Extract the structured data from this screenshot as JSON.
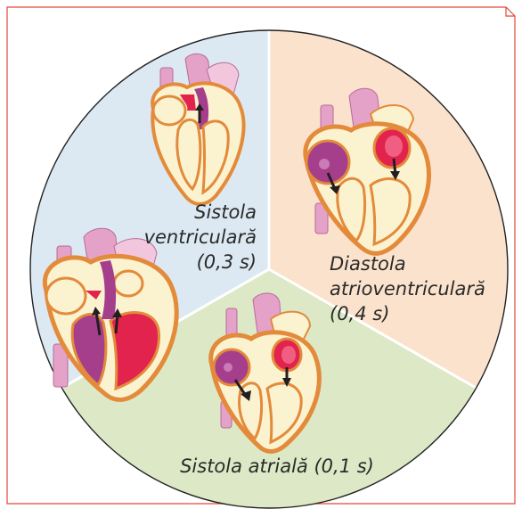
{
  "colors": {
    "frame_border": "#e2463c",
    "sector_ventricular": "#dce9f2",
    "sector_diastole": "#fbe2cc",
    "sector_atrial": "#dde9c6",
    "divider": "#ffffff",
    "heart_wall": "#fbf3cf",
    "heart_outline": "#e38a3b",
    "chamber_purple": "#a53f8c",
    "chamber_magenta": "#e2234e",
    "vessel_pink": "#e5a2c9",
    "vessel_light": "#f2c7dd",
    "arrow_dark": "#231f20"
  },
  "sectors": {
    "ventricular": {
      "label_line1": "Sistola",
      "label_line2": "ventriculară",
      "label_line3": "(0,3 s)"
    },
    "diastole": {
      "label_line1": "Diastola",
      "label_line2": "atrioventriculară",
      "label_line3": "(0,4 s)"
    },
    "atrial": {
      "label_line1": "Sistola atrială (0,1 s)"
    }
  },
  "icons": [
    "heart-ventricular-systole-top-icon",
    "heart-ventricular-systole-left-icon",
    "heart-diastole-icon",
    "heart-atrial-systole-icon"
  ]
}
